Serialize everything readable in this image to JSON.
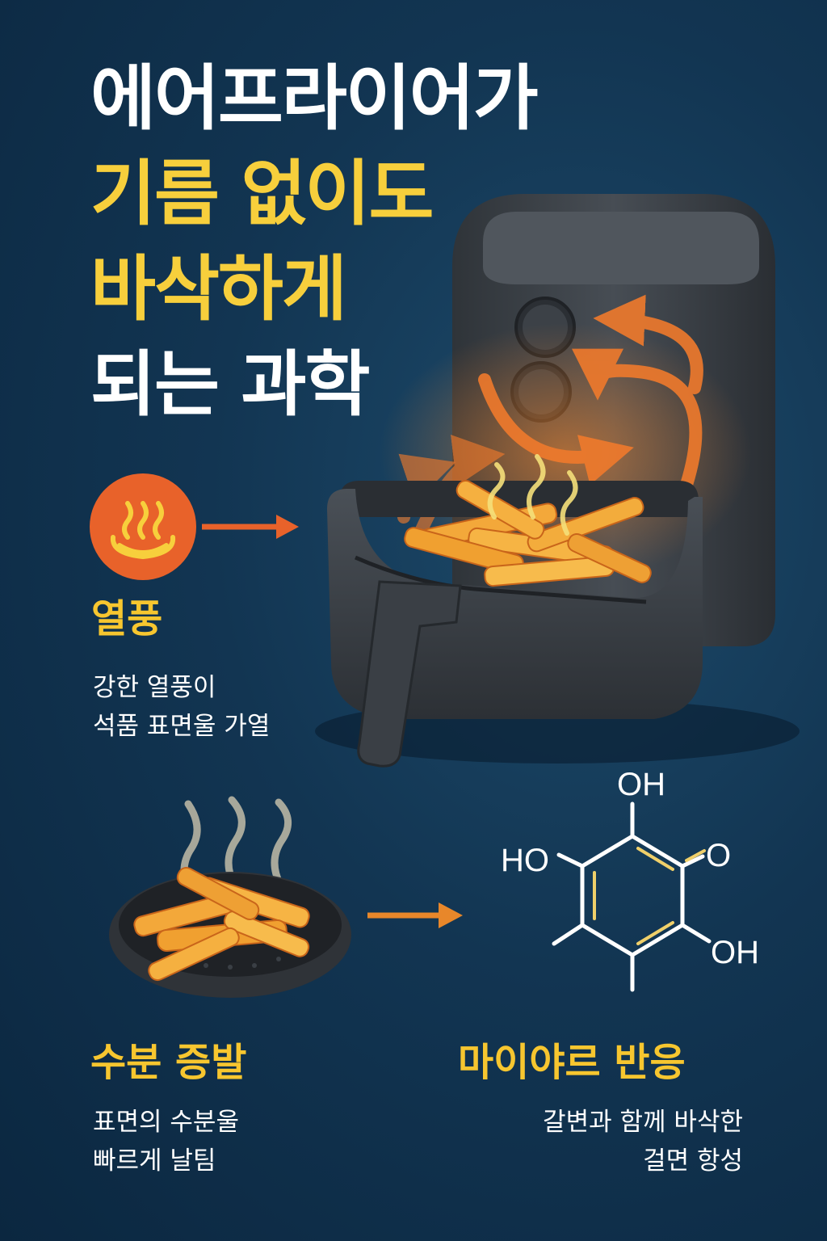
{
  "title": {
    "line1": "에어프라이어가",
    "line2": "기름 없이도",
    "line3": "바삭하게",
    "line4": "되는 과학"
  },
  "hot_air": {
    "icon": "heat-waves-icon",
    "label": "열풍",
    "desc_line1": "강한 열풍이",
    "desc_line2": "석품 표면울 가열"
  },
  "evaporation": {
    "label": "수분 증발",
    "desc_line1": "표면의 수분울",
    "desc_line2": "빠르게 날팀"
  },
  "maillard": {
    "label": "마이야르 반응",
    "desc_line1": "갈변과 함께 바삭한",
    "desc_line2": "걸면 항성"
  },
  "molecule": {
    "oh_top": "OH",
    "ho_left": "HO",
    "o_right": "O",
    "oh_bottom": "OH"
  },
  "colors": {
    "background": "#123552",
    "accent_yellow": "#f7cf3c",
    "heat_orange": "#e8622a",
    "appliance": "#3a3f45"
  }
}
